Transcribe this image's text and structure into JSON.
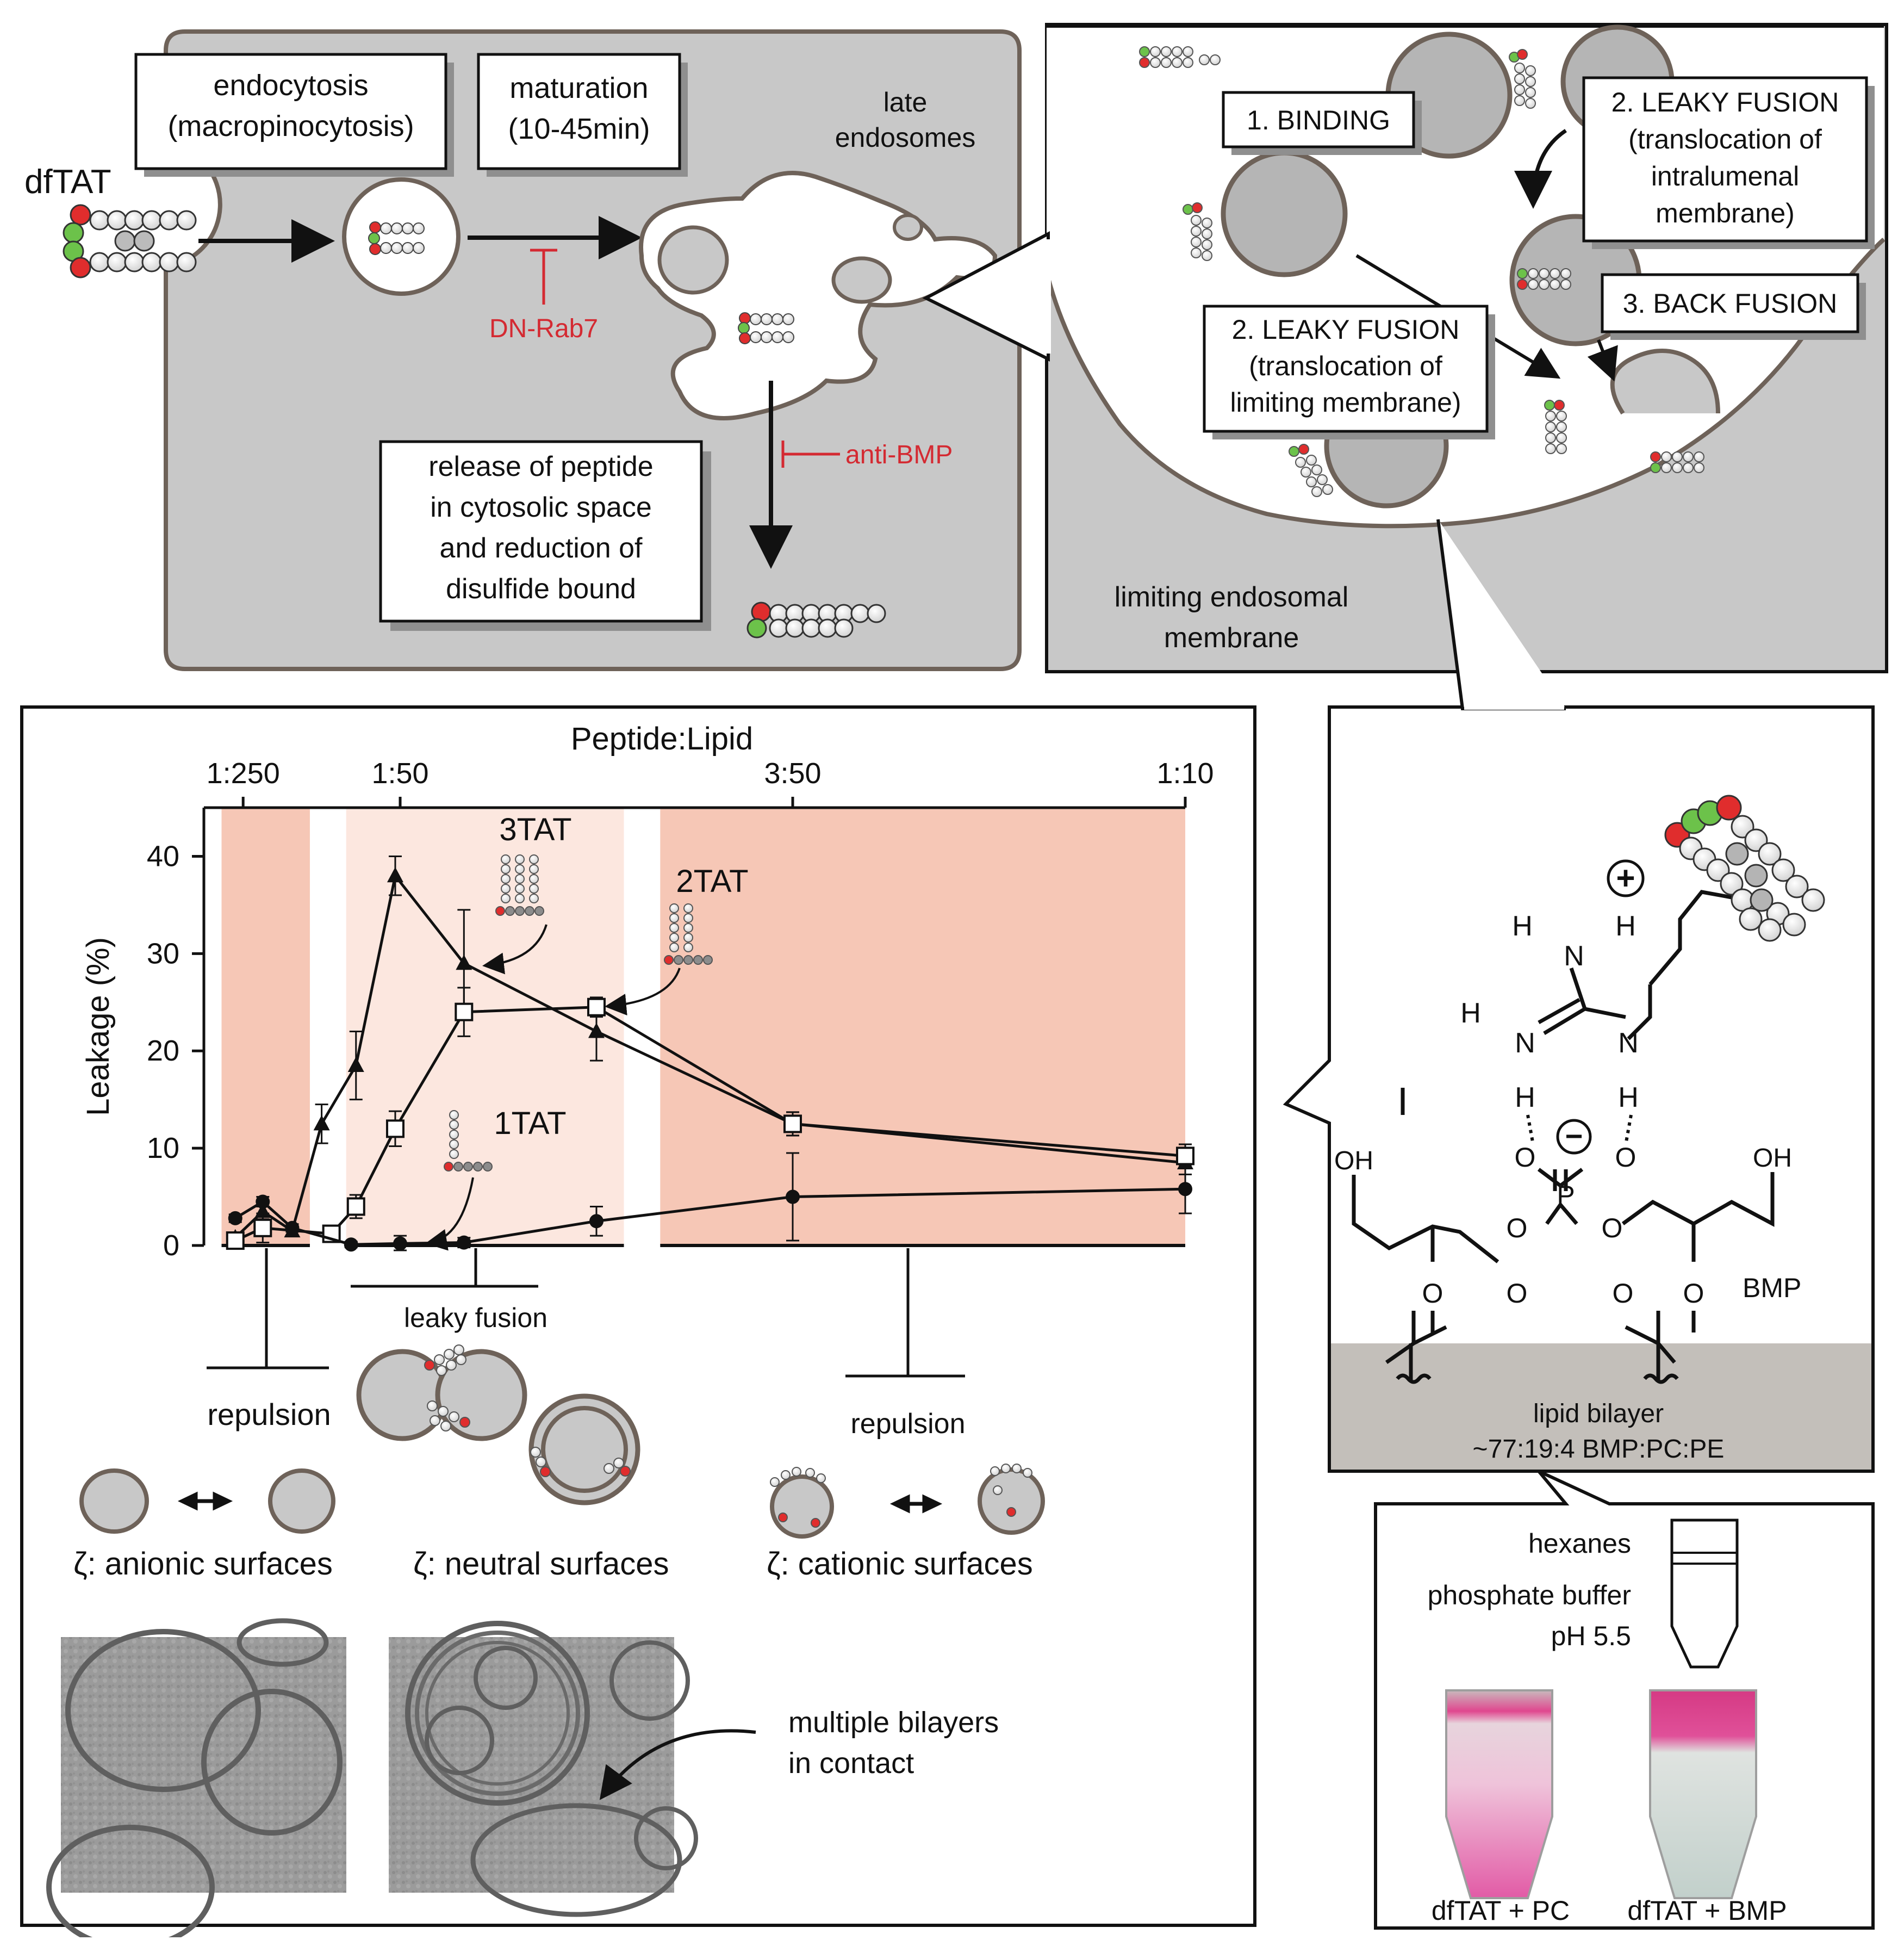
{
  "top_left": {
    "dftat_label": "dfTAT",
    "box_endocytosis": [
      "endocytosis",
      "(macropinocytosis)"
    ],
    "box_maturation": [
      "maturation",
      "(10-45min)"
    ],
    "late_endosomes": [
      "late",
      "endosomes"
    ],
    "inhibitor_rab7": "DN-Rab7",
    "inhibitor_bmp": "anti-BMP",
    "box_release": [
      "release of peptide",
      "in cytosolic space",
      "and reduction of",
      "disulfide bound"
    ]
  },
  "top_right": {
    "binding": "1. BINDING",
    "leaky_intralumenal": [
      "2. LEAKY FUSION",
      "(translocation of",
      "intralumenal",
      "membrane)"
    ],
    "back_fusion": "3. BACK FUSION",
    "leaky_limiting": [
      "2. LEAKY FUSION",
      "(translocation of",
      "limiting membrane)"
    ],
    "limiting_membrane": [
      "limiting endosomal",
      "membrane"
    ]
  },
  "chart_data": {
    "type": "line",
    "top_axis_label": "Peptide:Lipid",
    "ylabel": "Leakage (%)",
    "ylim": [
      0,
      45
    ],
    "yticks": [
      0,
      10,
      20,
      30,
      40
    ],
    "top_ticks": [
      {
        "label": "1:250",
        "ratio": 0.004
      },
      {
        "label": "1:50",
        "ratio": 0.02
      },
      {
        "label": "3:50",
        "ratio": 0.06
      },
      {
        "label": "1:10",
        "ratio": 0.1
      }
    ],
    "xlim": [
      0.0,
      0.1
    ],
    "bands": [
      {
        "kind": "repulsion",
        "x0": 0.0018,
        "x1": 0.0108
      },
      {
        "kind": "leaky",
        "x0": 0.0145,
        "x1": 0.0428
      },
      {
        "kind": "repulsion",
        "x0": 0.0465,
        "x1": 0.1
      }
    ],
    "series": [
      {
        "name": "3TAT",
        "marker": "triangle",
        "x": [
          0.0032,
          0.006,
          0.009,
          0.012,
          0.0155,
          0.0195,
          0.0265,
          0.04,
          0.06,
          0.1
        ],
        "y": [
          0.8,
          3.5,
          1.5,
          12.5,
          18.5,
          38,
          29,
          22,
          12.5,
          8.5
        ],
        "err": [
          0.5,
          0.8,
          0.5,
          2,
          3.5,
          2,
          5.5,
          3,
          1.2,
          1.2
        ]
      },
      {
        "name": "2TAT",
        "marker": "square",
        "x": [
          0.0032,
          0.006,
          0.013,
          0.0155,
          0.0195,
          0.0265,
          0.04,
          0.06,
          0.1
        ],
        "y": [
          0.5,
          1.8,
          1.2,
          4,
          12,
          24,
          24.5,
          12.5,
          9.2
        ],
        "err": [
          0.4,
          1.5,
          0.5,
          1.2,
          1.8,
          2.5,
          1,
          1.2,
          1.2
        ]
      },
      {
        "name": "1TAT",
        "marker": "circle",
        "x": [
          0.0032,
          0.006,
          0.009,
          0.015,
          0.02,
          0.0265,
          0.04,
          0.06,
          0.1
        ],
        "y": [
          2.8,
          4.5,
          1.8,
          0.1,
          0.2,
          0.3,
          2.5,
          5,
          5.8
        ],
        "err": [
          0.4,
          0.5,
          0.4,
          0.3,
          0.8,
          0.5,
          1.5,
          4.5,
          2.5
        ]
      }
    ],
    "annotations": [
      "3TAT",
      "2TAT",
      "1TAT"
    ]
  },
  "bottom_left": {
    "leaky_fusion": "leaky fusion",
    "repulsion_left": "repulsion",
    "repulsion_right": "repulsion",
    "anionic": "ζ: anionic surfaces",
    "neutral": "ζ: neutral surfaces",
    "cationic": "ζ: cationic surfaces",
    "micrograph_note": [
      "multiple bilayers",
      "in contact"
    ]
  },
  "chem": {
    "plus_sign": "+",
    "minus_sign": "−",
    "H": "H",
    "N": "N",
    "O": "O",
    "P": "P",
    "OH": "OH",
    "bmp_label": "BMP",
    "bilayer": [
      "lipid bilayer",
      "~77:19:4 BMP:PC:PE"
    ]
  },
  "tube_panel": {
    "hexanes": "hexanes",
    "buffer": [
      "phosphate buffer",
      "pH 5.5"
    ],
    "tube_pc": "dfTAT + PC",
    "tube_bmp": "dfTAT + BMP"
  },
  "colors": {
    "cell_grey": "#c8c8c8",
    "membrane_brown": "#6e6259",
    "inhibitor_red": "#d42a32",
    "band_dark": "#f6c7b6",
    "band_light": "#fce7df",
    "bilayer_grey": "#c3bfba",
    "pink": "#e2479a"
  }
}
